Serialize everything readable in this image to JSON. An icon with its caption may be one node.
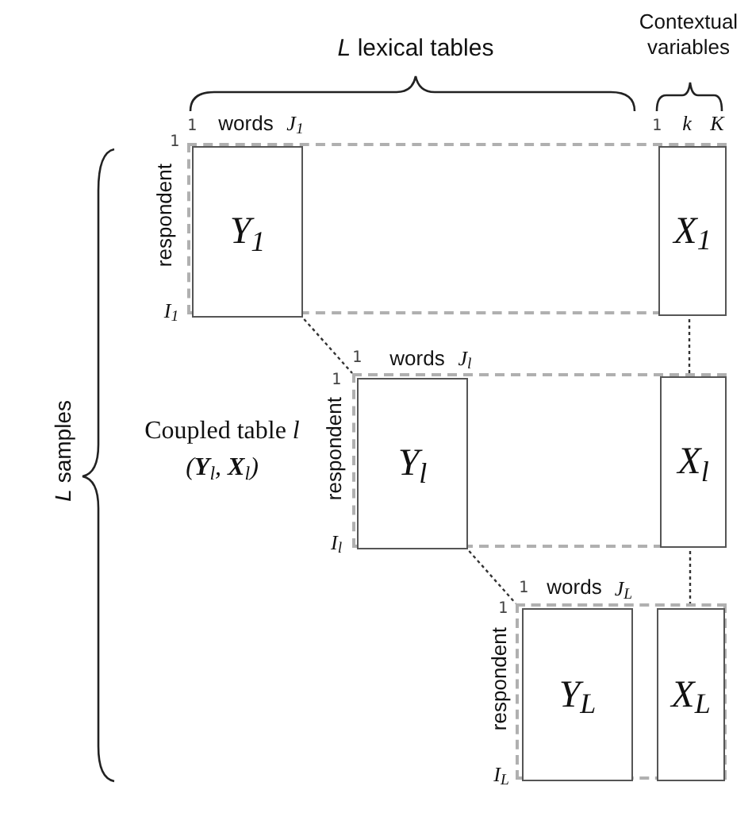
{
  "diagram": {
    "nodes": [
      {
        "text": [],
        "shape": "box"
      },
      {
        "text": [
          "Y$_{1}$"
        ],
        "in": 0
      },
      {
        "text": [
          "X$_{1}$"
        ],
        "in": 0
      },
      {
        "text": [],
        "shape": "box"
      },
      {
        "text": [
          "Y$_{l}$"
        ],
        "in": 3
      },
      {
        "text": [
          "X$_{l}$"
        ],
        "in": 3
      },
      {
        "text": [],
        "shape": "box"
      },
      {
        "text": [
          "Y$_{L}$"
        ],
        "in": 6
      },
      {
        "text": [
          "X$_{L}$"
        ],
        "in": 6
      }
    ],
    "edges": [
      {
        "from": 1,
        "to": 3,
        "arrow": "none",
        "style": "dashed"
      },
      {
        "from": 2,
        "to": 5,
        "arrow": "none",
        "style": "dashed"
      },
      {
        "from": 4,
        "to": 6,
        "arrow": "none",
        "style": "dashed"
      },
      {
        "from": 5,
        "to": 8,
        "arrow": "none",
        "style": "dashed"
      }
    ],
    "labels": [
      "*L* lexical tables",
      "Contextual variables",
      "1",
      "words",
      "J$_{1}$",
      "1",
      "k",
      "K",
      "1",
      "respondent",
      "I$_{1}$",
      "*L* samples",
      "1",
      "words",
      "J$_{l}$",
      "1",
      "Coupled table *l*",
      "(**Y**$_{l}$, **X**$_{l}$)",
      "respondent",
      "I$_{l}$",
      "1",
      "words",
      "J$_{L}$",
      "1",
      "respondent",
      "I$_{L}$"
    ]
  }
}
